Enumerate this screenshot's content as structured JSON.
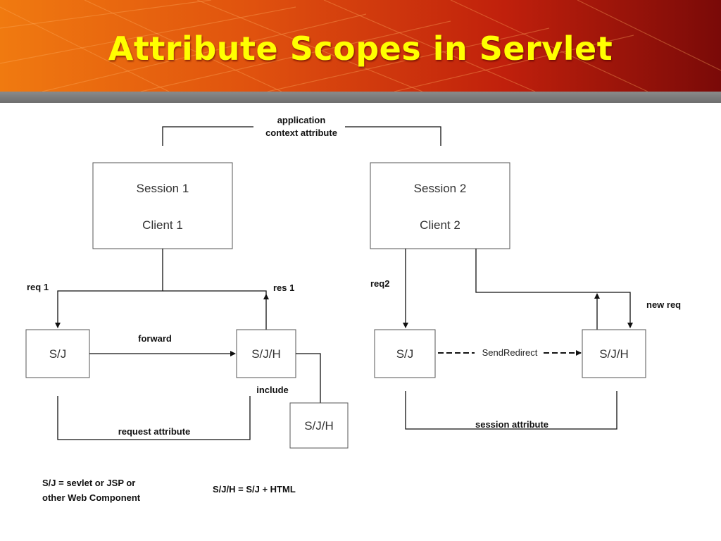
{
  "title": "Attribute Scopes in Servlet",
  "colors": {
    "title": "#ffff00",
    "header_start": "#f07a10",
    "header_end": "#7a0a08",
    "divider": "#7a7a7a"
  },
  "diagram": {
    "application_label_1": "application",
    "application_label_2": "context attribute",
    "session1": {
      "line1": "Session 1",
      "line2": "Client 1"
    },
    "session2": {
      "line1": "Session 2",
      "line2": "Client 2"
    },
    "req1": "req 1",
    "res1": "res  1",
    "req2": "req2",
    "new_req": "new req",
    "forward": "forward",
    "include": "include",
    "send_redirect": "SendRedirect",
    "request_attribute": "request attribute",
    "session_attribute": "session attribute",
    "left_sj": "S/J",
    "left_sjh": "S/J/H",
    "include_sjh": "S/J/H",
    "right_sj": "S/J",
    "right_sjh": "S/J/H",
    "legend_sj_1": "S/J = sevlet or JSP or",
    "legend_sj_2": "other Web Component",
    "legend_sjh": "S/J/H = S/J + HTML"
  }
}
